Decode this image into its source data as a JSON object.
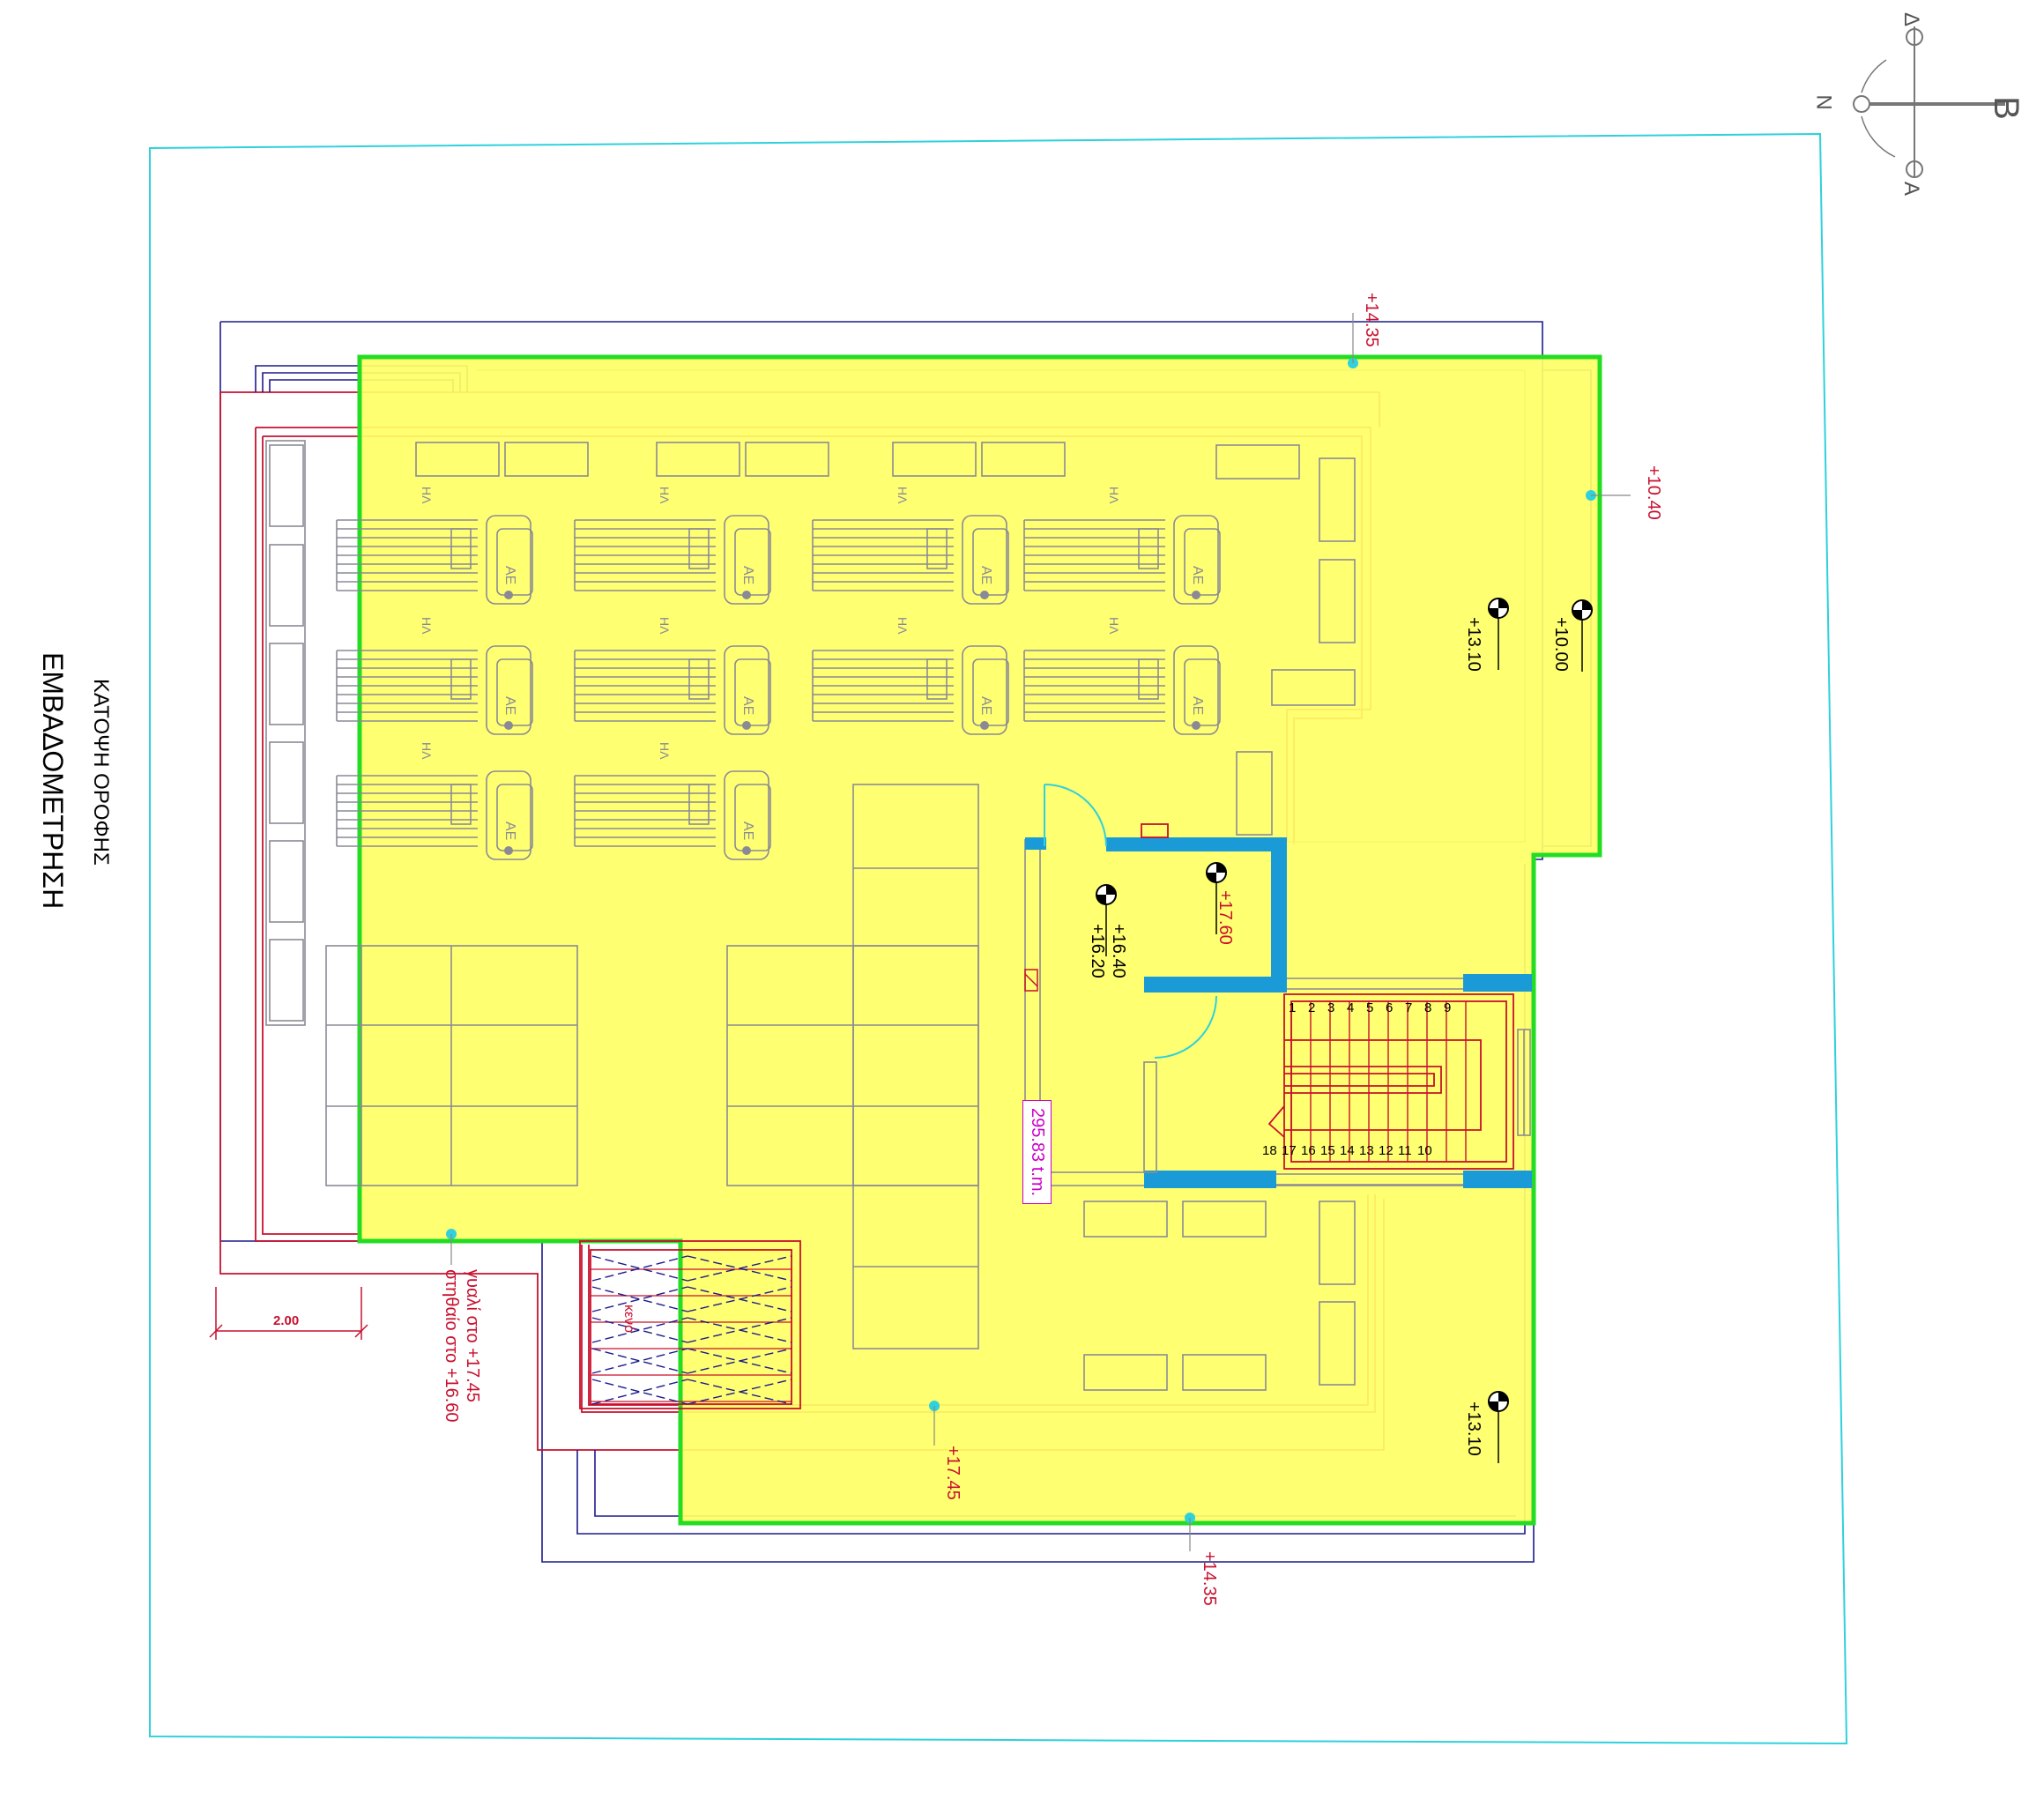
{
  "title": {
    "line1": "ΚΑΤΟΨΗ ΟΡΟΦΗΣ",
    "line2": "ΕΜΒΑΔΟΜΕΤΡΗΣΗ"
  },
  "compass": {
    "north": "B",
    "south": "N",
    "east": "Α",
    "west": "Δ"
  },
  "area_label": "295.83 t.m.",
  "dimension": "2.00",
  "note": {
    "line1": "γυαλί στο +17.45",
    "line2": "στηθαίο στο +16.60"
  },
  "levels": {
    "top": "+14.35",
    "bottom": "+14.35",
    "right_edge": "+10.40",
    "right_a": "+13.10",
    "right_b": "+10.00",
    "right_c": "+13.10",
    "core_a": "+16.40",
    "core_b": "+16.20",
    "core_c": "+17.60",
    "bottom_mid": "+17.45"
  },
  "stairs": {
    "top_steps": [
      "1",
      "2",
      "3",
      "4",
      "5",
      "6",
      "7",
      "8",
      "9"
    ],
    "bottom_steps": [
      "18",
      "17",
      "16",
      "15",
      "14",
      "13",
      "12",
      "11",
      "10"
    ]
  },
  "panel_label_top": "ΗΛ",
  "panel_label_unit": "ΑΕ",
  "skylight_label": "κενό",
  "colors": {
    "roof_fill": "#ffff66",
    "outline": "#22dd22",
    "walls": "#1a9bd7",
    "plot": "#2ed1dc",
    "levels": "#c8102e",
    "area": "#cc00cc"
  }
}
